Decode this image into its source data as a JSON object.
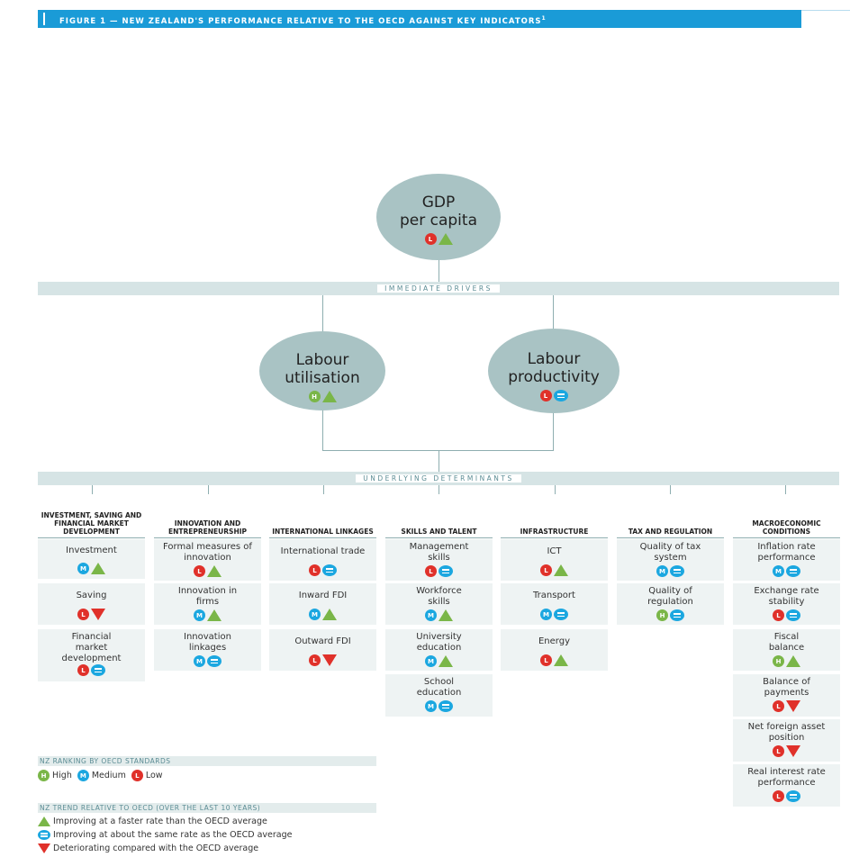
{
  "figure": {
    "title": "FIGURE 1 — NEW ZEALAND'S PERFORMANCE RELATIVE TO THE OECD AGAINST KEY INDICATORS",
    "footnote_mark": "1"
  },
  "gdp": {
    "line1": "GDP",
    "line2": "per capita",
    "rank": "L",
    "trend": "up"
  },
  "immediate_drivers_label": "IMMEDIATE DRIVERS",
  "labour_utilisation": {
    "line1": "Labour",
    "line2": "utilisation",
    "rank": "H",
    "trend": "up"
  },
  "labour_productivity": {
    "line1": "Labour",
    "line2": "productivity",
    "rank": "L",
    "trend": "eq"
  },
  "underlying_determinants_label": "UNDERLYING DETERMINANTS",
  "columns": [
    {
      "header": "INVESTMENT, SAVING AND FINANCIAL MARKET DEVELOPMENT",
      "items": [
        {
          "label": "Investment",
          "rank": "M",
          "trend": "up"
        },
        {
          "label": "Saving",
          "rank": "L",
          "trend": "down"
        },
        {
          "label": "Financial market development",
          "rank": "L",
          "trend": "eq"
        }
      ]
    },
    {
      "header": "INNOVATION AND ENTREPRENEURSHIP",
      "items": [
        {
          "label": "Formal measures of innovation",
          "rank": "L",
          "trend": "up"
        },
        {
          "label": "Innovation in firms",
          "rank": "M",
          "trend": "up"
        },
        {
          "label": "Innovation linkages",
          "rank": "M",
          "trend": "eq"
        }
      ]
    },
    {
      "header": "INTERNATIONAL LINKAGES",
      "items": [
        {
          "label": "International trade",
          "rank": "L",
          "trend": "eq"
        },
        {
          "label": "Inward FDI",
          "rank": "M",
          "trend": "up"
        },
        {
          "label": "Outward FDI",
          "rank": "L",
          "trend": "down"
        }
      ]
    },
    {
      "header": "SKILLS AND TALENT",
      "items": [
        {
          "label": "Management skills",
          "rank": "L",
          "trend": "eq"
        },
        {
          "label": "Workforce skills",
          "rank": "M",
          "trend": "up"
        },
        {
          "label": "University education",
          "rank": "M",
          "trend": "up"
        },
        {
          "label": "School education",
          "rank": "M",
          "trend": "eq"
        }
      ]
    },
    {
      "header": "INFRASTRUCTURE",
      "items": [
        {
          "label": "ICT",
          "rank": "L",
          "trend": "up"
        },
        {
          "label": "Transport",
          "rank": "M",
          "trend": "eq"
        },
        {
          "label": "Energy",
          "rank": "L",
          "trend": "up"
        }
      ]
    },
    {
      "header": "TAX AND REGULATION",
      "items": [
        {
          "label": "Quality of tax system",
          "rank": "M",
          "trend": "eq"
        },
        {
          "label": "Quality of regulation",
          "rank": "H",
          "trend": "eq"
        }
      ]
    },
    {
      "header": "MACROECONOMIC CONDITIONS",
      "items": [
        {
          "label": "Inflation rate performance",
          "rank": "M",
          "trend": "eq"
        },
        {
          "label": "Exchange rate stability",
          "rank": "L",
          "trend": "eq"
        },
        {
          "label": "Fiscal balance",
          "rank": "H",
          "trend": "up"
        },
        {
          "label": "Balance of payments",
          "rank": "L",
          "trend": "down"
        },
        {
          "label": "Net foreign asset position",
          "rank": "L",
          "trend": "down"
        },
        {
          "label": "Real interest rate performance",
          "rank": "L",
          "trend": "eq"
        }
      ]
    }
  ],
  "legend": {
    "ranking_title": "NZ RANKING BY OECD STANDARDS",
    "ranking": [
      {
        "key": "H",
        "label": "High"
      },
      {
        "key": "M",
        "label": "Medium"
      },
      {
        "key": "L",
        "label": "Low"
      }
    ],
    "trend_title": "NZ TREND RELATIVE TO OECD (OVER THE LAST 10 YEARS)",
    "trends": [
      {
        "key": "up",
        "label": "Improving at a faster rate than the OECD average"
      },
      {
        "key": "eq",
        "label": "Improving at about the same rate as the OECD average"
      },
      {
        "key": "down",
        "label": "Deteriorating compared with the OECD average"
      }
    ]
  },
  "colors": {
    "accent": "#1a9bd7",
    "low": "#e0312a",
    "medium": "#1ba7e0",
    "high": "#7ab648",
    "node": "#a9c3c4",
    "band": "#d6e4e5",
    "box": "#eef3f3"
  }
}
